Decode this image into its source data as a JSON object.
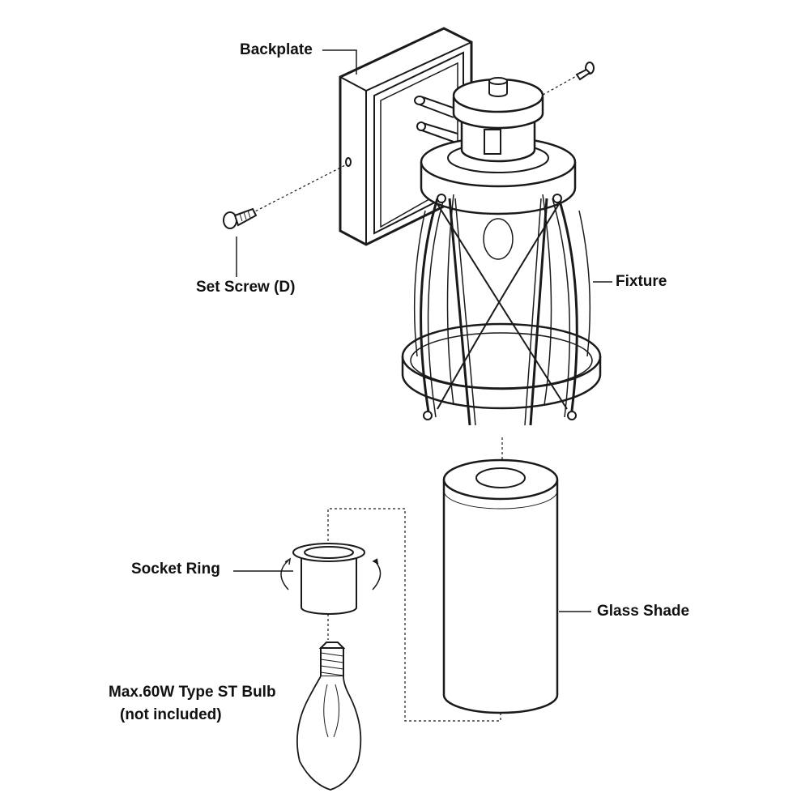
{
  "labels": {
    "backplate": "Backplate",
    "set_screw": "Set Screw  (D)",
    "fixture": "Fixture",
    "socket_ring": "Socket Ring",
    "glass_shade": "Glass Shade",
    "bulb_line1": "Max.60W Type ST Bulb",
    "bulb_line2": "(not included)"
  },
  "colors": {
    "stroke": "#1a1a1a",
    "background": "#ffffff"
  }
}
